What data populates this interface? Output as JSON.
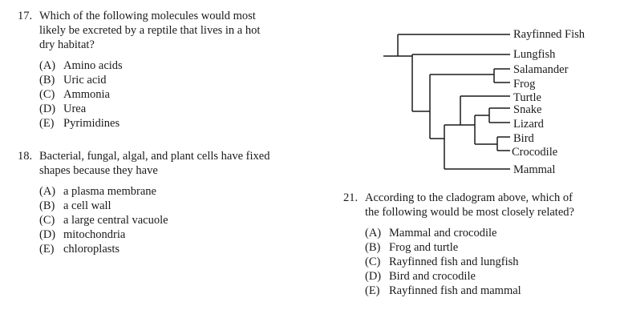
{
  "questions": [
    {
      "number": "17.",
      "stem": [
        "Which of the following molecules would most",
        "likely be excreted by a reptile that lives in a hot",
        "dry habitat?"
      ],
      "choices": [
        {
          "letter": "(A)",
          "text": "Amino acids"
        },
        {
          "letter": "(B)",
          "text": "Uric acid"
        },
        {
          "letter": "(C)",
          "text": "Ammonia"
        },
        {
          "letter": "(D)",
          "text": "Urea"
        },
        {
          "letter": "(E)",
          "text": "Pyrimidines"
        }
      ]
    },
    {
      "number": "18.",
      "stem": [
        "Bacterial, fungal, algal, and plant cells have fixed",
        "shapes because they have"
      ],
      "choices": [
        {
          "letter": "(A)",
          "text": "a plasma membrane"
        },
        {
          "letter": "(B)",
          "text": "a cell wall"
        },
        {
          "letter": "(C)",
          "text": "a large central vacuole"
        },
        {
          "letter": "(D)",
          "text": "mitochondria"
        },
        {
          "letter": "(E)",
          "text": "chloroplasts"
        }
      ]
    },
    {
      "number": "21.",
      "stem": [
        "According to the cladogram above, which of",
        "the following would be most closely related?"
      ],
      "choices": [
        {
          "letter": "(A)",
          "text": "Mammal and crocodile"
        },
        {
          "letter": "(B)",
          "text": "Frog and turtle"
        },
        {
          "letter": "(C)",
          "text": "Rayfinned fish and lungfish"
        },
        {
          "letter": "(D)",
          "text": "Bird and crocodile"
        },
        {
          "letter": "(E)",
          "text": "Rayfinned fish and mammal"
        }
      ]
    }
  ],
  "cladogram": {
    "taxa": [
      "Rayfinned Fish",
      "Lungfish",
      "Salamander",
      "Frog",
      "Turtle",
      "Snake",
      "Lizard",
      "Bird",
      "Crocodile",
      "Mammal"
    ]
  }
}
